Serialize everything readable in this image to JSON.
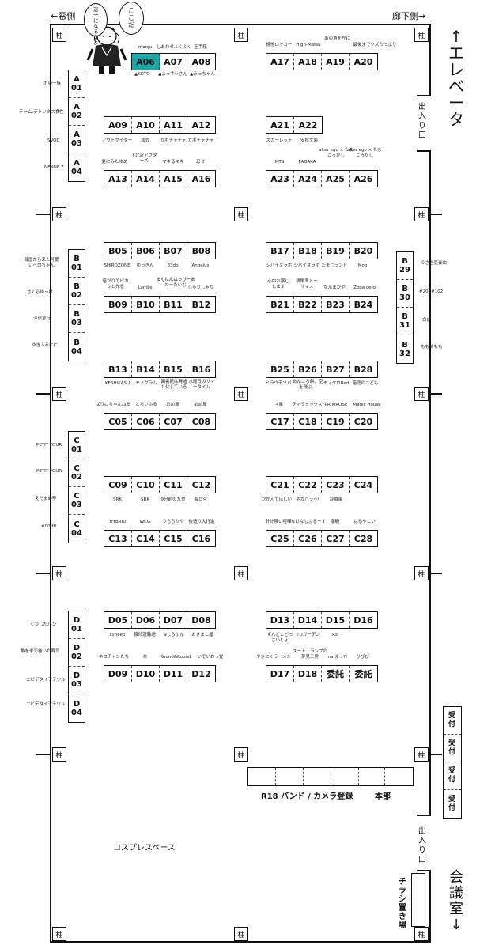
{
  "headers": {
    "window_side": "←窓側",
    "corridor_side": "廊下側→",
    "elevator": "↑エレベータ",
    "entrance": "出入り口",
    "conference_room": "会議室↓"
  },
  "bubbles": {
    "lost": "迷子になるなよ",
    "here": "ここだ"
  },
  "pillar_label": "柱",
  "labels": {
    "A06_sub": "▲KOTO",
    "A07_sub": "▲よっすぃさん",
    "A08_sub": "▲みっちゃん",
    "A06_top": "monju",
    "A07_top": "しあわせふくふく",
    "A08_top": "王手箱",
    "A09": "アウトサイダー",
    "A10": "茸式",
    "A11": "カボチャチャ",
    "A12": "カボチャチャ",
    "A13": "夏にみたゆめ",
    "A14": "下北沢アフターズ",
    "A15": "マキるマキ",
    "A16": "忍せ",
    "A17": "詩他ロッカー",
    "A18": "High-Matsu",
    "A19": "あの角を左に",
    "A20": "最後までクズたっぷり",
    "A21": "スカーレット",
    "A22": "安秋文庫",
    "A23": "MTS",
    "A24": "PADAKA",
    "A25": "alter ego × たまころがし",
    "A26": "alter ego × たまころがし",
    "A01": "ボの一族",
    "A02": "チーム:デトリタス食性",
    "A03": "SVOC",
    "A04": "NENNE.Z",
    "B05": "SHIROZONE",
    "B06": "ゆっきん",
    "B07": "83db",
    "B08": "Angelus",
    "B09": "暗がりでピカリと光る",
    "B10": "Lambs",
    "B11": "まんねんはっぴーあわーたいむ",
    "B12": "しゃりしゃり",
    "B13": "KESHIKASU",
    "B14": "モノグラム",
    "B15": "図書館は廃墟と化している",
    "B16": "水曜日のサマータイム",
    "B17": "シバイヌラボ",
    "B18": "シバイヌラボ",
    "B19": "たまごランド",
    "B20": "Mog",
    "B21": "心中お察しします",
    "B22": "積閑率トーリマス",
    "B23": "なんまかや",
    "B24": "Zona cero",
    "B25": "ヒラウチソバ",
    "B26": "あんころ餅、空を飛ぶ。",
    "B27": "モノクロRed",
    "B28": "箱庭のこども",
    "B01": "韓国から来た可愛いペロちゃん",
    "B02": "さくらゆっけ",
    "B03": "深夜急行",
    "B04": "ゆきふるにに",
    "B29": "うさぎ変奏曲",
    "B30": "#201#102",
    "B31": "白虎",
    "B32": "ももすもも",
    "C05": "ぱりにちゃんねる",
    "C06": "とらいふる",
    "C07": "めめ屋",
    "C08": "めめ屋",
    "C09": "SRK",
    "C10": "SRK",
    "C11": "9分前の九重",
    "C12": "海と空",
    "C13": "HYBRID",
    "C14": "WCG",
    "C15": "うららかや",
    "C16": "後追り大行進",
    "C17": "4風",
    "C18": "ティラミックス",
    "C19": "PRIMROSE",
    "C20": "Magic House",
    "C21": "かがんでほしい",
    "C22": "ネガパラッ!",
    "C23": "冷蔵庫",
    "C25": "針計険い喧嘩",
    "C26": "なけなしぶるーす",
    "C27": "潮騒",
    "C28": "はるやこい",
    "C01": "PETIT FOUR",
    "C02": "PETIT FOUR",
    "C03": "えだまめ亭",
    "C04": "#00ffff",
    "D05": "sl/heep",
    "D06": "猿珍瀧輪語",
    "D07": "9じらぶん",
    "D08": "おきまこ屋",
    "D09": "ネコチャンたち",
    "D10": "㊙",
    "D11": "Round&Round",
    "D12": "いでいおっ党",
    "D13": "ずんどこどっさいしょ",
    "D14": "TDガーデン",
    "D15": "Rs",
    "D17": "やきにくラーメン",
    "D18": "スート・ランプの夢見工房",
    "D19": "ma まっ?!",
    "D20": "ひびび",
    "D01": "くつしたパン",
    "D02": "魚を米で巻いた寿司",
    "D03": "エビデタイヲテツル",
    "D04": "エビデタイヲテツル"
  },
  "booths": {
    "A06_08": [
      "A06",
      "A07",
      "A08"
    ],
    "A17_20": [
      "A17",
      "A18",
      "A19",
      "A20"
    ],
    "A09_12": [
      "A09",
      "A10",
      "A11",
      "A12"
    ],
    "A21_22": [
      "A21",
      "A22"
    ],
    "A13_16": [
      "A13",
      "A14",
      "A15",
      "A16"
    ],
    "A23_26": [
      "A23",
      "A24",
      "A25",
      "A26"
    ],
    "B05_08": [
      "B05",
      "B06",
      "B07",
      "B08"
    ],
    "B17_20": [
      "B17",
      "B18",
      "B19",
      "B20"
    ],
    "B09_12": [
      "B09",
      "B10",
      "B11",
      "B12"
    ],
    "B21_24": [
      "B21",
      "B22",
      "B23",
      "B24"
    ],
    "B13_16": [
      "B13",
      "B14",
      "B15",
      "B16"
    ],
    "B25_28": [
      "B25",
      "B26",
      "B27",
      "B28"
    ],
    "C05_08": [
      "C05",
      "C06",
      "C07",
      "C08"
    ],
    "C17_20": [
      "C17",
      "C18",
      "C19",
      "C20"
    ],
    "C09_12": [
      "C09",
      "C10",
      "C11",
      "C12"
    ],
    "C21_24": [
      "C21",
      "C22",
      "C23",
      "C24"
    ],
    "C13_16": [
      "C13",
      "C14",
      "C15",
      "C16"
    ],
    "C25_28": [
      "C25",
      "C26",
      "C27",
      "C28"
    ],
    "D05_08": [
      "D05",
      "D06",
      "D07",
      "D08"
    ],
    "D13_16": [
      "D13",
      "D14",
      "D15",
      "D16"
    ],
    "D09_12": [
      "D09",
      "D10",
      "D11",
      "D12"
    ],
    "D17_20": [
      "D17",
      "D18",
      "委託",
      "委託"
    ]
  },
  "vbooths": {
    "A": [
      [
        "A",
        "01"
      ],
      [
        "A",
        "02"
      ],
      [
        "A",
        "03"
      ],
      [
        "A",
        "04"
      ]
    ],
    "B": [
      [
        "B",
        "01"
      ],
      [
        "B",
        "02"
      ],
      [
        "B",
        "03"
      ],
      [
        "B",
        "04"
      ]
    ],
    "C": [
      [
        "C",
        "01"
      ],
      [
        "C",
        "02"
      ],
      [
        "C",
        "03"
      ],
      [
        "C",
        "04"
      ]
    ],
    "D": [
      [
        "D",
        "01"
      ],
      [
        "D",
        "02"
      ],
      [
        "D",
        "03"
      ],
      [
        "D",
        "04"
      ]
    ],
    "B2": [
      [
        "B",
        "29"
      ],
      [
        "B",
        "30"
      ],
      [
        "B",
        "31"
      ],
      [
        "B",
        "32"
      ]
    ]
  },
  "reception": [
    "受付",
    "受付",
    "受付",
    "受付"
  ],
  "bottom": {
    "r18": "R18 バンド / カメラ登録",
    "hq": "本部",
    "cosplay": "コスプレスペース",
    "flyer": "チラシ置き場"
  },
  "highlight_color": "#1aa8a8"
}
